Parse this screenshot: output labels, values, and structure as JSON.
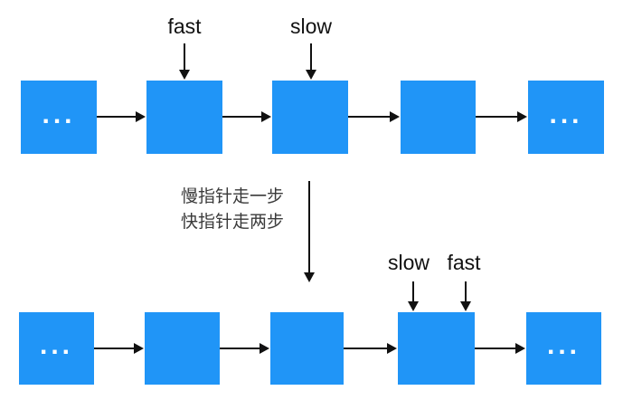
{
  "diagram": {
    "title_hint": "linked-list fast/slow two-pointer diagram",
    "colors": {
      "node_blue": "#2095f7",
      "arrow_black": "#111111",
      "text_dark": "#3a3a3a"
    },
    "top_row": {
      "nodes": [
        {
          "label": "..."
        },
        {
          "label": ""
        },
        {
          "label": ""
        },
        {
          "label": ""
        },
        {
          "label": "..."
        }
      ],
      "pointers": {
        "fast_label": "fast",
        "slow_label": "slow"
      }
    },
    "middle": {
      "caption_line1": "慢指针走一步",
      "caption_line2": "快指针走两步"
    },
    "bottom_row": {
      "nodes": [
        {
          "label": "..."
        },
        {
          "label": ""
        },
        {
          "label": ""
        },
        {
          "label": ""
        },
        {
          "label": "..."
        }
      ],
      "pointers": {
        "slow_label": "slow",
        "fast_label": "fast"
      }
    }
  }
}
